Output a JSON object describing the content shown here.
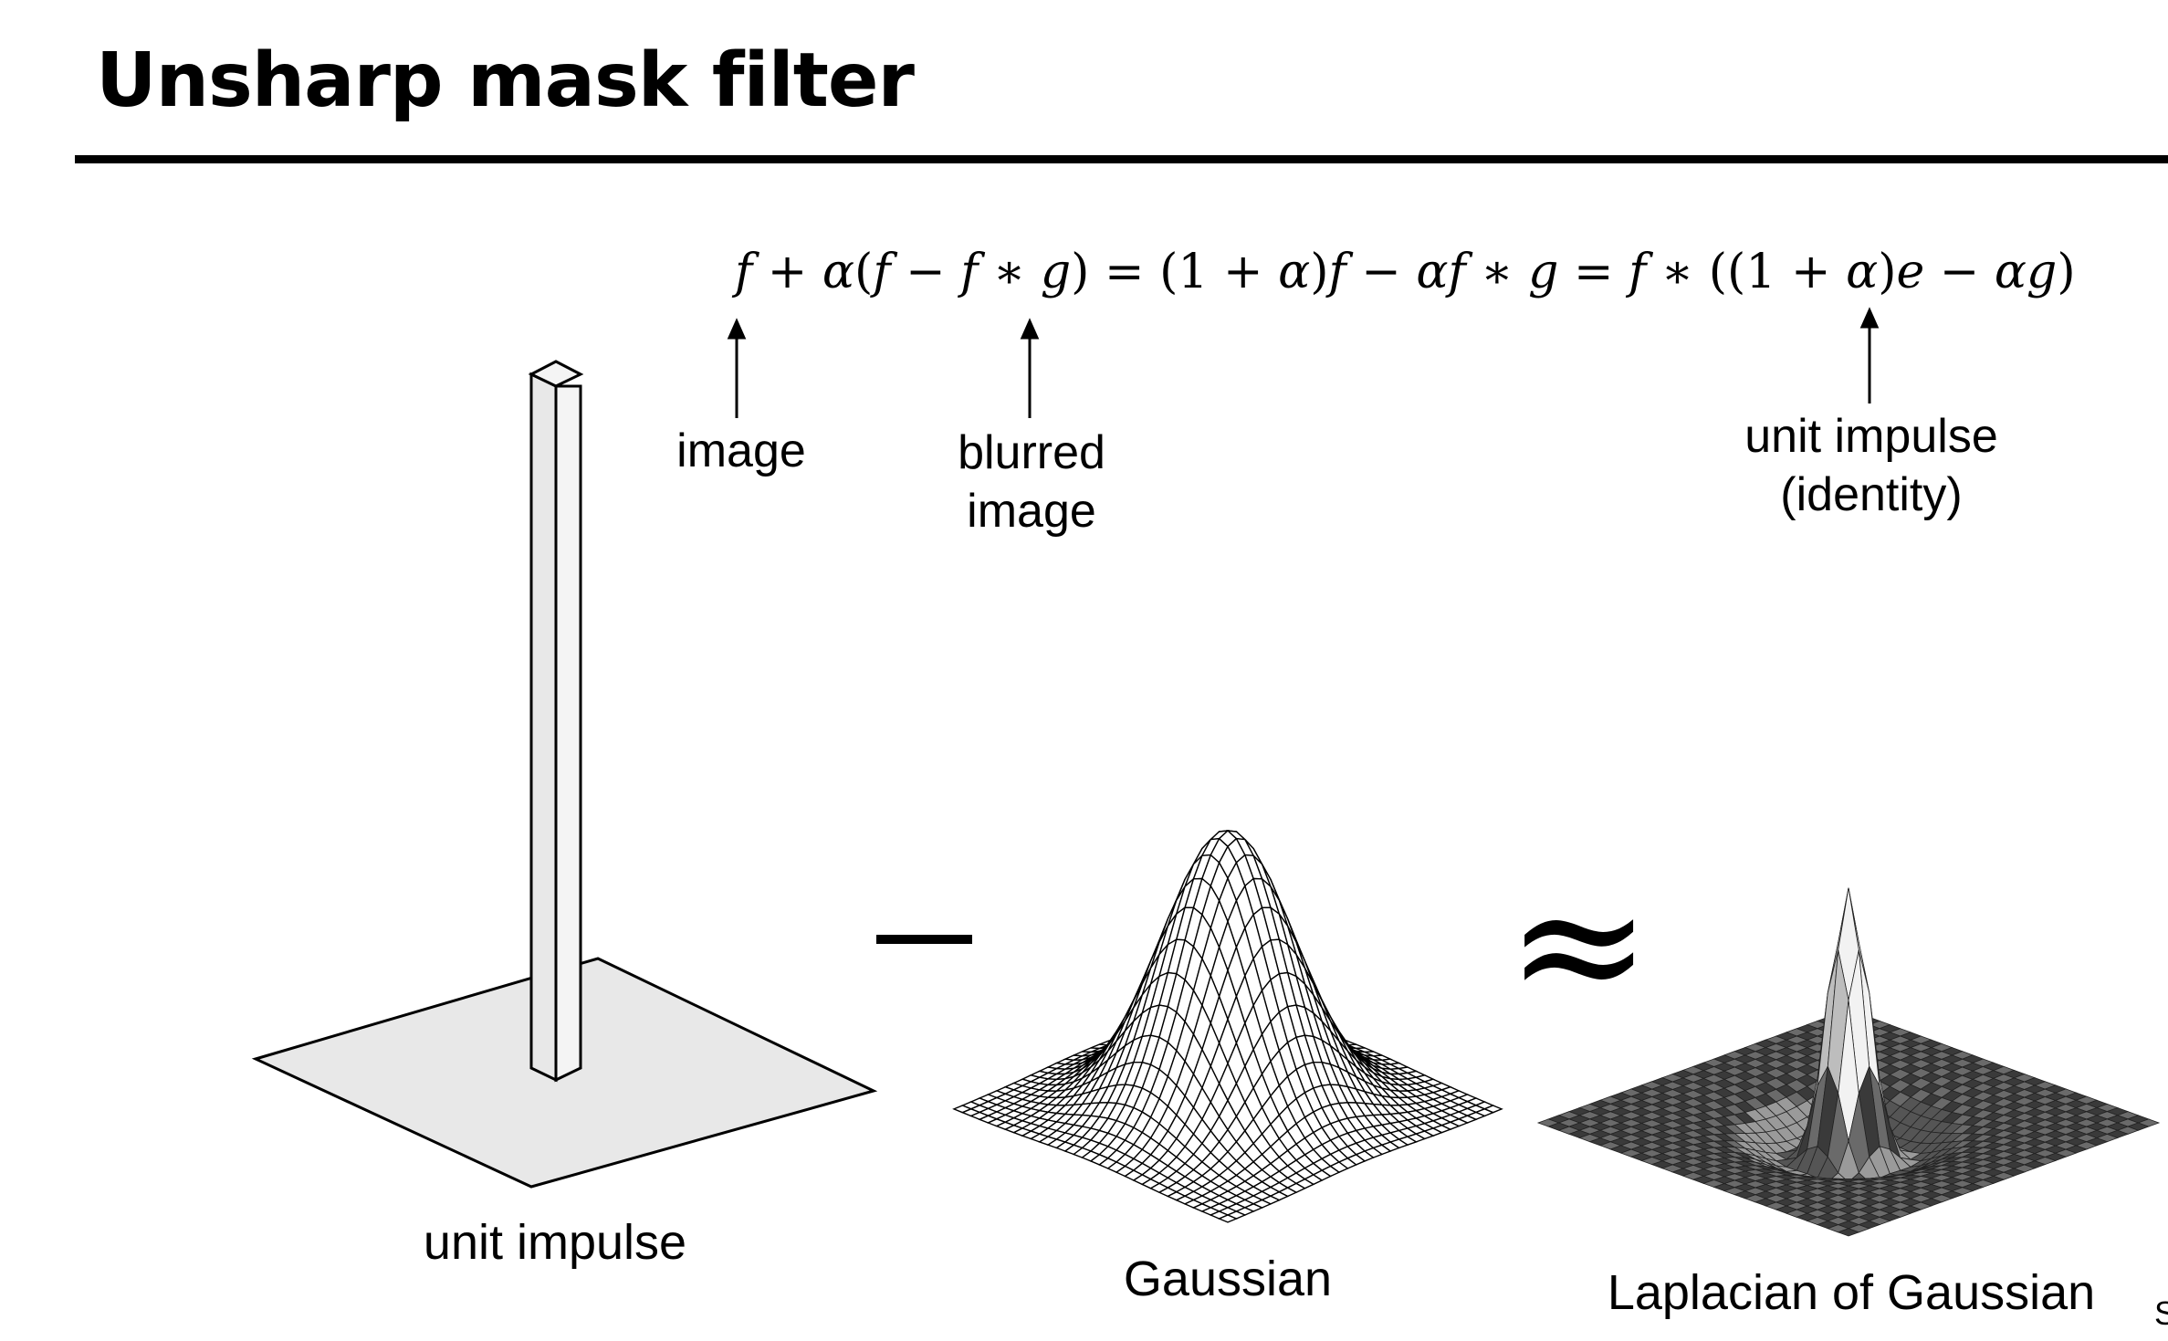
{
  "slide": {
    "title": "Unsharp mask filter",
    "corner_fragment": "S"
  },
  "equation": {
    "tokens": [
      {
        "t": "f",
        "i": true
      },
      {
        "t": "  + ",
        "i": false
      },
      {
        "t": "α",
        "i": true
      },
      {
        "t": "(",
        "i": false
      },
      {
        "t": "f",
        "i": true
      },
      {
        "t": " − ",
        "i": false
      },
      {
        "t": "f",
        "i": true
      },
      {
        "t": " ∗ ",
        "i": false
      },
      {
        "t": "g",
        "i": true
      },
      {
        "t": ") = (1 + ",
        "i": false
      },
      {
        "t": "α",
        "i": true
      },
      {
        "t": ")",
        "i": false
      },
      {
        "t": "f",
        "i": true
      },
      {
        "t": " − ",
        "i": false
      },
      {
        "t": "αf",
        "i": true
      },
      {
        "t": " ∗ ",
        "i": false
      },
      {
        "t": "g",
        "i": true
      },
      {
        "t": " = ",
        "i": false
      },
      {
        "t": "f",
        "i": true
      },
      {
        "t": " ∗ ((1 + ",
        "i": false
      },
      {
        "t": "α",
        "i": true
      },
      {
        "t": ")",
        "i": false
      },
      {
        "t": "e",
        "i": true
      },
      {
        "t": " − ",
        "i": false
      },
      {
        "t": "αg",
        "i": true
      },
      {
        "t": ")",
        "i": false
      }
    ]
  },
  "annotations": {
    "image": "image",
    "blurred_line1": "blurred",
    "blurred_line2": "image",
    "impulse_line1": "unit impulse",
    "impulse_line2": "(identity)"
  },
  "operators": {
    "minus": "−",
    "approx": "≈"
  },
  "captions": {
    "unit_impulse": "unit impulse",
    "gaussian": "Gaussian",
    "log": "Laplacian of Gaussian"
  },
  "colors": {
    "surface_fill": "#e8e8e8",
    "mesh_line": "#000000",
    "log_dark": "#3a3a3a",
    "log_light": "#f2f2f2"
  }
}
